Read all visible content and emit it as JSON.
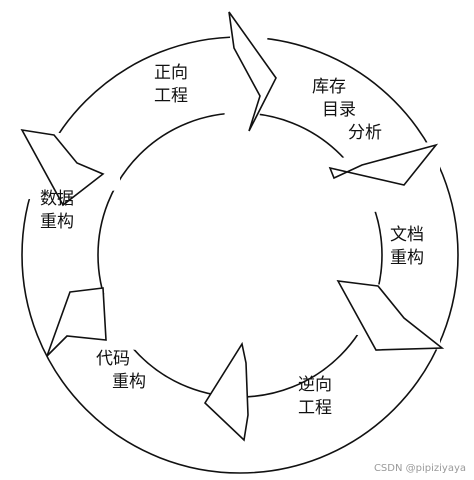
{
  "diagram": {
    "stages": [
      {
        "id": "forward-engineering",
        "lines": [
          "正向",
          "工程"
        ]
      },
      {
        "id": "inventory-analysis",
        "lines": [
          "库存",
          "目录",
          "分析"
        ]
      },
      {
        "id": "document-restructuring",
        "lines": [
          "文档",
          "重构"
        ]
      },
      {
        "id": "reverse-engineering",
        "lines": [
          "逆向",
          "工程"
        ]
      },
      {
        "id": "code-restructuring",
        "lines": [
          "代码",
          "重构"
        ]
      },
      {
        "id": "data-restructuring",
        "lines": [
          "数据",
          "重构"
        ]
      }
    ],
    "colors": {
      "stroke": "#111111",
      "fill": "#ffffff",
      "text": "#111111"
    }
  },
  "watermark": "CSDN @pipiziyaya"
}
